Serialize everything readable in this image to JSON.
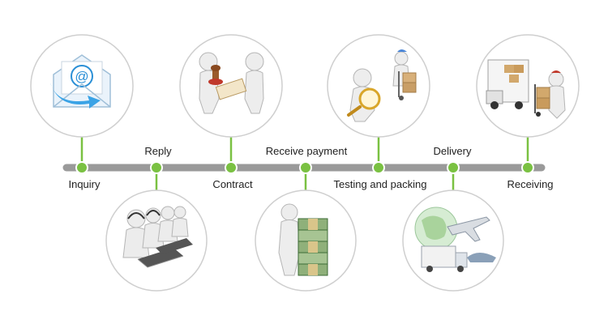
{
  "colors": {
    "timeline": "#9a9a9a",
    "accent_green": "#7ac142",
    "circle_border": "#cfcfcf",
    "text": "#222222"
  },
  "steps": [
    {
      "label": "Inquiry",
      "label_side": "below",
      "image_side": "above",
      "icon": "email-icon"
    },
    {
      "label": "Reply",
      "label_side": "above",
      "image_side": "below",
      "icon": "call-center-icon"
    },
    {
      "label": "Contract",
      "label_side": "below",
      "image_side": "above",
      "icon": "handshake-stamp-icon"
    },
    {
      "label": "Receive payment",
      "label_side": "above",
      "image_side": "below",
      "icon": "money-stack-icon"
    },
    {
      "label": "Testing and packing",
      "label_side": "below",
      "image_side": "above",
      "icon": "inspection-magnifier-icon"
    },
    {
      "label": "Delivery",
      "label_side": "above",
      "image_side": "below",
      "icon": "logistics-icon"
    },
    {
      "label": "Receiving",
      "label_side": "below",
      "image_side": "above",
      "icon": "truck-unloading-icon"
    }
  ]
}
